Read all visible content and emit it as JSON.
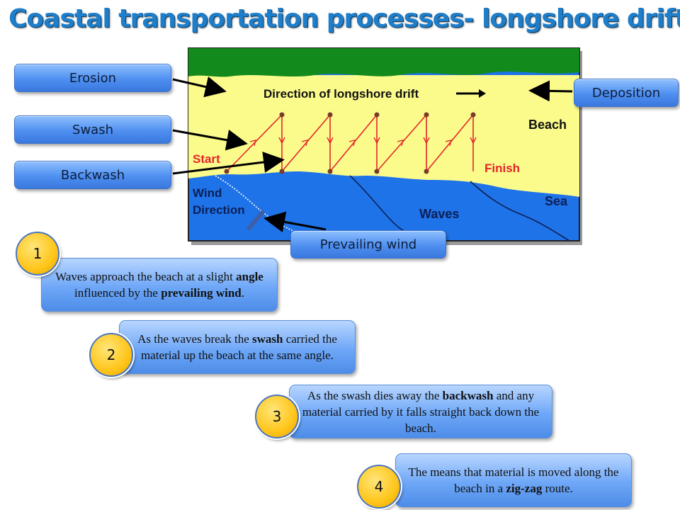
{
  "title": "Coastal transportation processes- longshore drift",
  "labels": {
    "erosion": "Erosion",
    "swash": "Swash",
    "backwash": "Backwash",
    "deposition": "Deposition",
    "prevailing_wind": "Prevailing wind"
  },
  "diagram": {
    "direction": "Direction of longshore drift",
    "beach": "Beach",
    "start": "Start",
    "finish": "Finish",
    "wind": "Wind",
    "wind_direction": "Direction",
    "waves": "Waves",
    "sea": "Sea"
  },
  "steps": [
    {
      "number": "1",
      "parts": [
        {
          "text": "Waves approach the beach at a slight "
        },
        {
          "text": "angle",
          "bold": true
        },
        {
          "text": " influenced by the "
        },
        {
          "text": "prevailing wind",
          "bold": true
        },
        {
          "text": "."
        }
      ]
    },
    {
      "number": "2",
      "parts": [
        {
          "text": "As the waves break the "
        },
        {
          "text": "swash",
          "bold": true
        },
        {
          "text": " carried the material up the beach at the same angle."
        }
      ]
    },
    {
      "number": "3",
      "parts": [
        {
          "text": "As the swash dies away the "
        },
        {
          "text": "backwash",
          "bold": true
        },
        {
          "text": " and any material carried by it falls straight back down the beach."
        }
      ]
    },
    {
      "number": "4",
      "parts": [
        {
          "text": "The means that material is moved along the beach in a "
        },
        {
          "text": "zig-zag",
          "bold": true
        },
        {
          "text": " route."
        }
      ]
    }
  ],
  "colors": {
    "title": "#1f7ec9",
    "land": "#138a1c",
    "beach": "#fbfb8c",
    "sea": "#1f73e8",
    "drift_path": "#e3262a",
    "label_text_red": "#e3262a",
    "circle": "#ffc51a"
  }
}
